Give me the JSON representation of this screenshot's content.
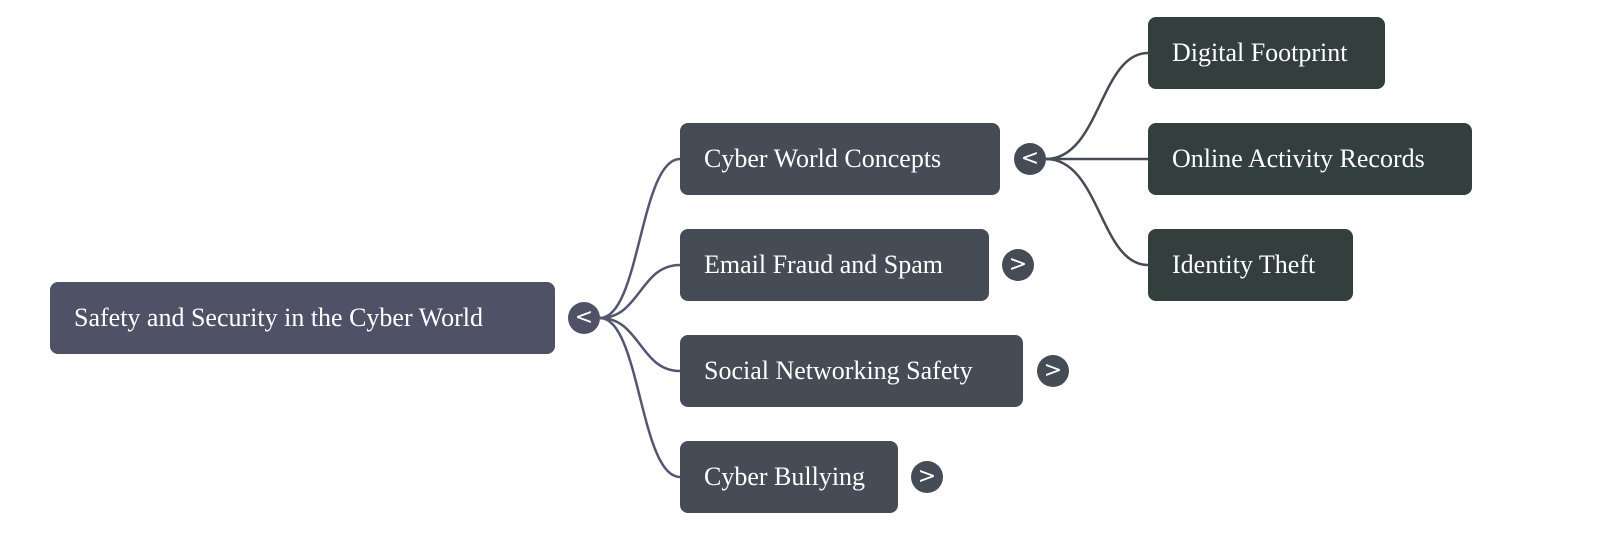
{
  "root": {
    "label": "Safety and Security in the Cyber World",
    "toggle": "<",
    "expanded": true
  },
  "children": [
    {
      "label": "Cyber World Concepts",
      "toggle": "<",
      "expanded": true,
      "children": [
        {
          "label": "Digital Footprint"
        },
        {
          "label": "Online Activity Records"
        },
        {
          "label": "Identity Theft"
        }
      ]
    },
    {
      "label": "Email Fraud and Spam",
      "toggle": ">",
      "expanded": false
    },
    {
      "label": "Social Networking Safety",
      "toggle": ">",
      "expanded": false
    },
    {
      "label": "Cyber Bullying",
      "toggle": ">",
      "expanded": false
    }
  ],
  "colors": {
    "root": "#4f5166",
    "level1": "#464c56",
    "level2": "#323f3d",
    "link_root": "#545670",
    "link_level1": "#464c56"
  }
}
